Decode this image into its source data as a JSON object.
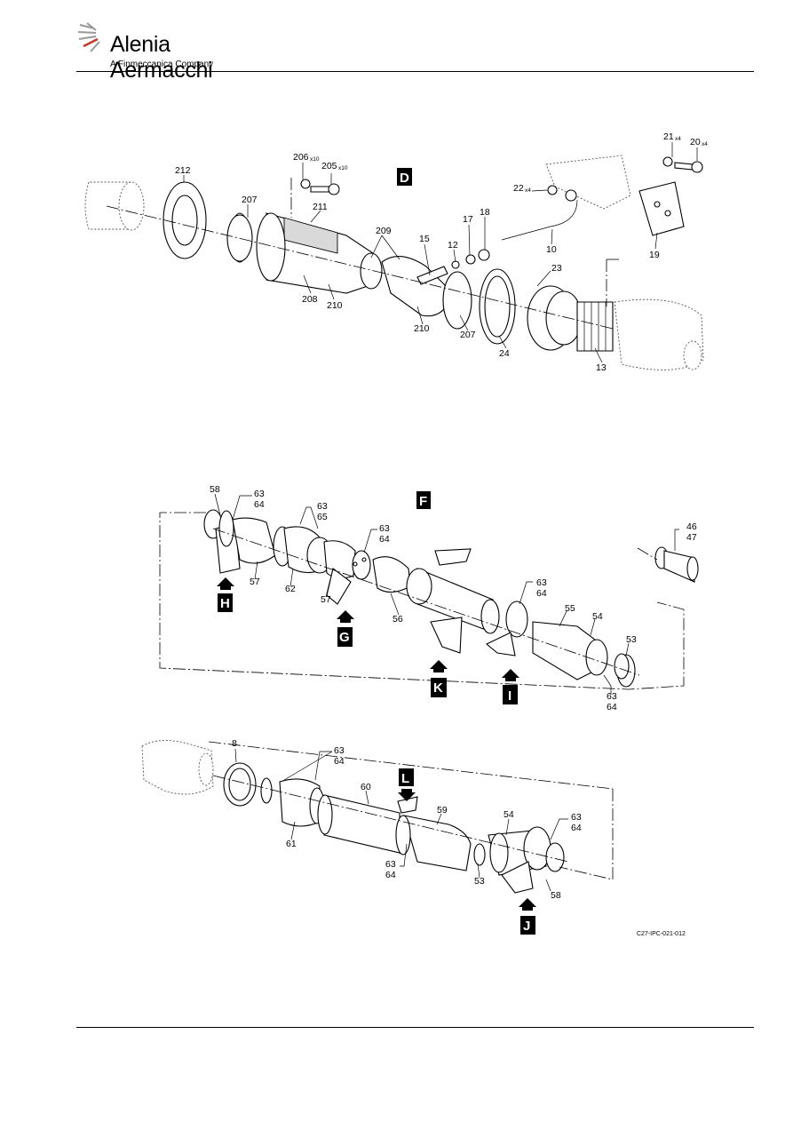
{
  "header": {
    "company_name": "Alenia Aermacchi",
    "company_sub": "A Finmeccanica Company"
  },
  "figure_ref": "C27-IPC-021-012",
  "view_tags": [
    "D",
    "F",
    "H",
    "G",
    "K",
    "I",
    "L",
    "J"
  ],
  "callouts": {
    "c212": "212",
    "c207a": "207",
    "c206": "206",
    "c206q": "x10",
    "c205": "205",
    "c205q": "x10",
    "c211": "211",
    "c209": "209",
    "c208": "208",
    "c210a": "210",
    "c15": "15",
    "c12": "12",
    "c17": "17",
    "c18": "18",
    "c22": "22",
    "c22q": "x4",
    "c10": "10",
    "c23": "23",
    "c210b": "210",
    "c207b": "207",
    "c24": "24",
    "c13": "13",
    "c21": "21",
    "c21q": "x4",
    "c20": "20",
    "c20q": "x4",
    "c19": "19",
    "f58a": "58",
    "f63a": "63",
    "f64a": "64",
    "f63b": "63",
    "f65": "65",
    "f63c": "63",
    "f64c": "64",
    "f46": "46",
    "f47": "47",
    "f57a": "57",
    "f62": "62",
    "f57b": "57",
    "f56": "56",
    "f63d": "63",
    "f64d": "64",
    "f55": "55",
    "f54a": "54",
    "f53a": "53",
    "f63e": "63",
    "f64e": "64",
    "b8": "8",
    "b63a": "63",
    "b64a": "64",
    "b60": "60",
    "b59": "59",
    "b54": "54",
    "b63b": "63",
    "b64b": "64",
    "b61": "61",
    "b63c": "63",
    "b64c": "64",
    "b53": "53",
    "b58": "58"
  }
}
